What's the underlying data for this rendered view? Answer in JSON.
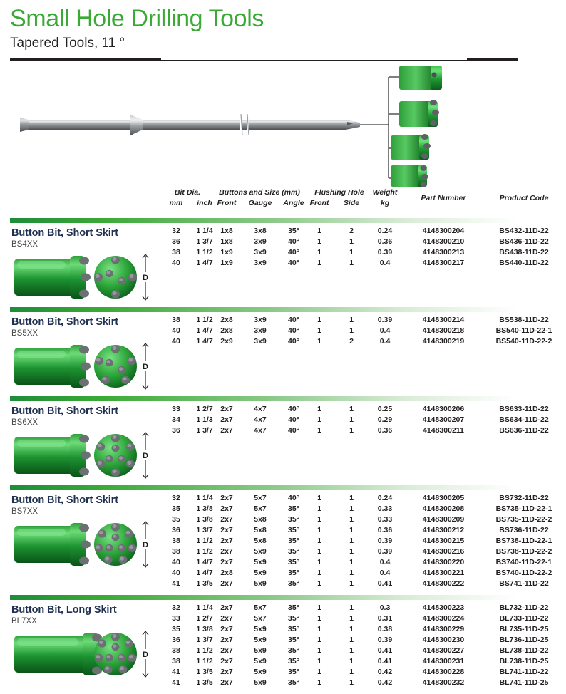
{
  "header": {
    "title": "Small Hole Drilling Tools",
    "subtitle": "Tapered Tools, 11 °",
    "title_color": "#3aaa35"
  },
  "illustration": {
    "name": "tapered-drill-rod-and-bits-diagram",
    "rod_label": "tapered drill rod",
    "bit_count": 4,
    "dimension_label": "D"
  },
  "table": {
    "headers": {
      "bit_dia": "Bit Dia.",
      "bit_dia_mm": "mm",
      "bit_dia_inch": "inch",
      "buttons_group": "Buttons and Size (mm)",
      "buttons_front": "Front",
      "buttons_gauge": "Gauge",
      "buttons_angle": "Angle",
      "flushing_group": "Flushing Hole",
      "flushing_front": "Front",
      "flushing_side": "Side",
      "weight": "Weight",
      "weight_unit": "kg",
      "part_number": "Part Number",
      "product_code": "Product Code"
    }
  },
  "groups": [
    {
      "title": "Button Bit, Short Skirt",
      "code": "BS4XX",
      "art": "short-skirt-4-button",
      "dimension_label": "D",
      "rows": [
        {
          "mm": "32",
          "inch": "1 1/4",
          "front": "1x8",
          "gauge": "3x8",
          "angle": "35°",
          "fh_front": "1",
          "fh_side": "2",
          "weight": "0.24",
          "part": "4148300204",
          "product": "BS432-11D-22"
        },
        {
          "mm": "36",
          "inch": "1 3/7",
          "front": "1x8",
          "gauge": "3x9",
          "angle": "40°",
          "fh_front": "1",
          "fh_side": "1",
          "weight": "0.36",
          "part": "4148300210",
          "product": "BS436-11D-22"
        },
        {
          "mm": "38",
          "inch": "1 1/2",
          "front": "1x9",
          "gauge": "3x9",
          "angle": "40°",
          "fh_front": "1",
          "fh_side": "1",
          "weight": "0.39",
          "part": "4148300213",
          "product": "BS438-11D-22"
        },
        {
          "mm": "40",
          "inch": "1 4/7",
          "front": "1x9",
          "gauge": "3x9",
          "angle": "40°",
          "fh_front": "1",
          "fh_side": "1",
          "weight": "0.4",
          "part": "4148300217",
          "product": "BS440-11D-22"
        }
      ]
    },
    {
      "title": "Button Bit, Short Skirt",
      "code": "BS5XX",
      "art": "short-skirt-5-button",
      "dimension_label": "D",
      "rows": [
        {
          "mm": "38",
          "inch": "1 1/2",
          "front": "2x8",
          "gauge": "3x9",
          "angle": "40°",
          "fh_front": "1",
          "fh_side": "1",
          "weight": "0.39",
          "part": "4148300214",
          "product": "BS538-11D-22"
        },
        {
          "mm": "40",
          "inch": "1 4/7",
          "front": "2x8",
          "gauge": "3x9",
          "angle": "40°",
          "fh_front": "1",
          "fh_side": "1",
          "weight": "0.4",
          "part": "4148300218",
          "product": "BS540-11D-22-1"
        },
        {
          "mm": "40",
          "inch": "1 4/7",
          "front": "2x9",
          "gauge": "3x9",
          "angle": "40°",
          "fh_front": "1",
          "fh_side": "2",
          "weight": "0.4",
          "part": "4148300219",
          "product": "BS540-11D-22-2"
        }
      ]
    },
    {
      "title": "Button Bit, Short Skirt",
      "code": "BS6XX",
      "art": "short-skirt-6-button",
      "dimension_label": "D",
      "rows": [
        {
          "mm": "33",
          "inch": "1 2/7",
          "front": "2x7",
          "gauge": "4x7",
          "angle": "40°",
          "fh_front": "1",
          "fh_side": "1",
          "weight": "0.25",
          "part": "4148300206",
          "product": "BS633-11D-22"
        },
        {
          "mm": "34",
          "inch": "1 1/3",
          "front": "2x7",
          "gauge": "4x7",
          "angle": "40°",
          "fh_front": "1",
          "fh_side": "1",
          "weight": "0.29",
          "part": "4148300207",
          "product": "BS634-11D-22"
        },
        {
          "mm": "36",
          "inch": "1 3/7",
          "front": "2x7",
          "gauge": "4x7",
          "angle": "40°",
          "fh_front": "1",
          "fh_side": "1",
          "weight": "0.36",
          "part": "4148300211",
          "product": "BS636-11D-22"
        }
      ]
    },
    {
      "title": "Button Bit, Short Skirt",
      "code": "BS7XX",
      "art": "short-skirt-7-button",
      "dimension_label": "D",
      "rows": [
        {
          "mm": "32",
          "inch": "1 1/4",
          "front": "2x7",
          "gauge": "5x7",
          "angle": "40°",
          "fh_front": "1",
          "fh_side": "1",
          "weight": "0.24",
          "part": "4148300205",
          "product": "BS732-11D-22"
        },
        {
          "mm": "35",
          "inch": "1 3/8",
          "front": "2x7",
          "gauge": "5x7",
          "angle": "35°",
          "fh_front": "1",
          "fh_side": "1",
          "weight": "0.33",
          "part": "4148300208",
          "product": "BS735-11D-22-1"
        },
        {
          "mm": "35",
          "inch": "1 3/8",
          "front": "2x7",
          "gauge": "5x8",
          "angle": "35°",
          "fh_front": "1",
          "fh_side": "1",
          "weight": "0.33",
          "part": "4148300209",
          "product": "BS735-11D-22-2"
        },
        {
          "mm": "36",
          "inch": "1 3/7",
          "front": "2x7",
          "gauge": "5x8",
          "angle": "35°",
          "fh_front": "1",
          "fh_side": "1",
          "weight": "0.36",
          "part": "4148300212",
          "product": "BS736-11D-22"
        },
        {
          "mm": "38",
          "inch": "1 1/2",
          "front": "2x7",
          "gauge": "5x8",
          "angle": "35°",
          "fh_front": "1",
          "fh_side": "1",
          "weight": "0.39",
          "part": "4148300215",
          "product": "BS738-11D-22-1"
        },
        {
          "mm": "38",
          "inch": "1 1/2",
          "front": "2x7",
          "gauge": "5x9",
          "angle": "35°",
          "fh_front": "1",
          "fh_side": "1",
          "weight": "0.39",
          "part": "4148300216",
          "product": "BS738-11D-22-2"
        },
        {
          "mm": "40",
          "inch": "1 4/7",
          "front": "2x7",
          "gauge": "5x9",
          "angle": "35°",
          "fh_front": "1",
          "fh_side": "1",
          "weight": "0.4",
          "part": "4148300220",
          "product": "BS740-11D-22-1"
        },
        {
          "mm": "40",
          "inch": "1 4/7",
          "front": "2x8",
          "gauge": "5x9",
          "angle": "35°",
          "fh_front": "1",
          "fh_side": "1",
          "weight": "0.4",
          "part": "4148300221",
          "product": "BS740-11D-22-2"
        },
        {
          "mm": "41",
          "inch": "1 3/5",
          "front": "2x7",
          "gauge": "5x9",
          "angle": "35°",
          "fh_front": "1",
          "fh_side": "1",
          "weight": "0.41",
          "part": "4148300222",
          "product": "BS741-11D-22"
        }
      ]
    },
    {
      "title": "Button Bit, Long Skirt",
      "code": "BL7XX",
      "art": "long-skirt-7-button",
      "dimension_label": "D",
      "rows": [
        {
          "mm": "32",
          "inch": "1 1/4",
          "front": "2x7",
          "gauge": "5x7",
          "angle": "35°",
          "fh_front": "1",
          "fh_side": "1",
          "weight": "0.3",
          "part": "4148300223",
          "product": "BL732-11D-22"
        },
        {
          "mm": "33",
          "inch": "1 2/7",
          "front": "2x7",
          "gauge": "5x7",
          "angle": "35°",
          "fh_front": "1",
          "fh_side": "1",
          "weight": "0.31",
          "part": "4148300224",
          "product": "BL733-11D-22"
        },
        {
          "mm": "35",
          "inch": "1 3/8",
          "front": "2x7",
          "gauge": "5x9",
          "angle": "35°",
          "fh_front": "1",
          "fh_side": "1",
          "weight": "0.38",
          "part": "4148300229",
          "product": "BL735-11D-25"
        },
        {
          "mm": "36",
          "inch": "1 3/7",
          "front": "2x7",
          "gauge": "5x9",
          "angle": "35°",
          "fh_front": "1",
          "fh_side": "1",
          "weight": "0.39",
          "part": "4148300230",
          "product": "BL736-11D-25"
        },
        {
          "mm": "38",
          "inch": "1 1/2",
          "front": "2x7",
          "gauge": "5x9",
          "angle": "35°",
          "fh_front": "1",
          "fh_side": "1",
          "weight": "0.41",
          "part": "4148300227",
          "product": "BL738-11D-22"
        },
        {
          "mm": "38",
          "inch": "1 1/2",
          "front": "2x7",
          "gauge": "5x9",
          "angle": "35°",
          "fh_front": "1",
          "fh_side": "1",
          "weight": "0.41",
          "part": "4148300231",
          "product": "BL738-11D-25"
        },
        {
          "mm": "41",
          "inch": "1 3/5",
          "front": "2x7",
          "gauge": "5x9",
          "angle": "35°",
          "fh_front": "1",
          "fh_side": "1",
          "weight": "0.42",
          "part": "4148300228",
          "product": "BL741-11D-22"
        },
        {
          "mm": "41",
          "inch": "1 3/5",
          "front": "2x7",
          "gauge": "5x9",
          "angle": "35°",
          "fh_front": "1",
          "fh_side": "1",
          "weight": "0.42",
          "part": "4148300232",
          "product": "BL741-11D-25"
        }
      ]
    }
  ]
}
